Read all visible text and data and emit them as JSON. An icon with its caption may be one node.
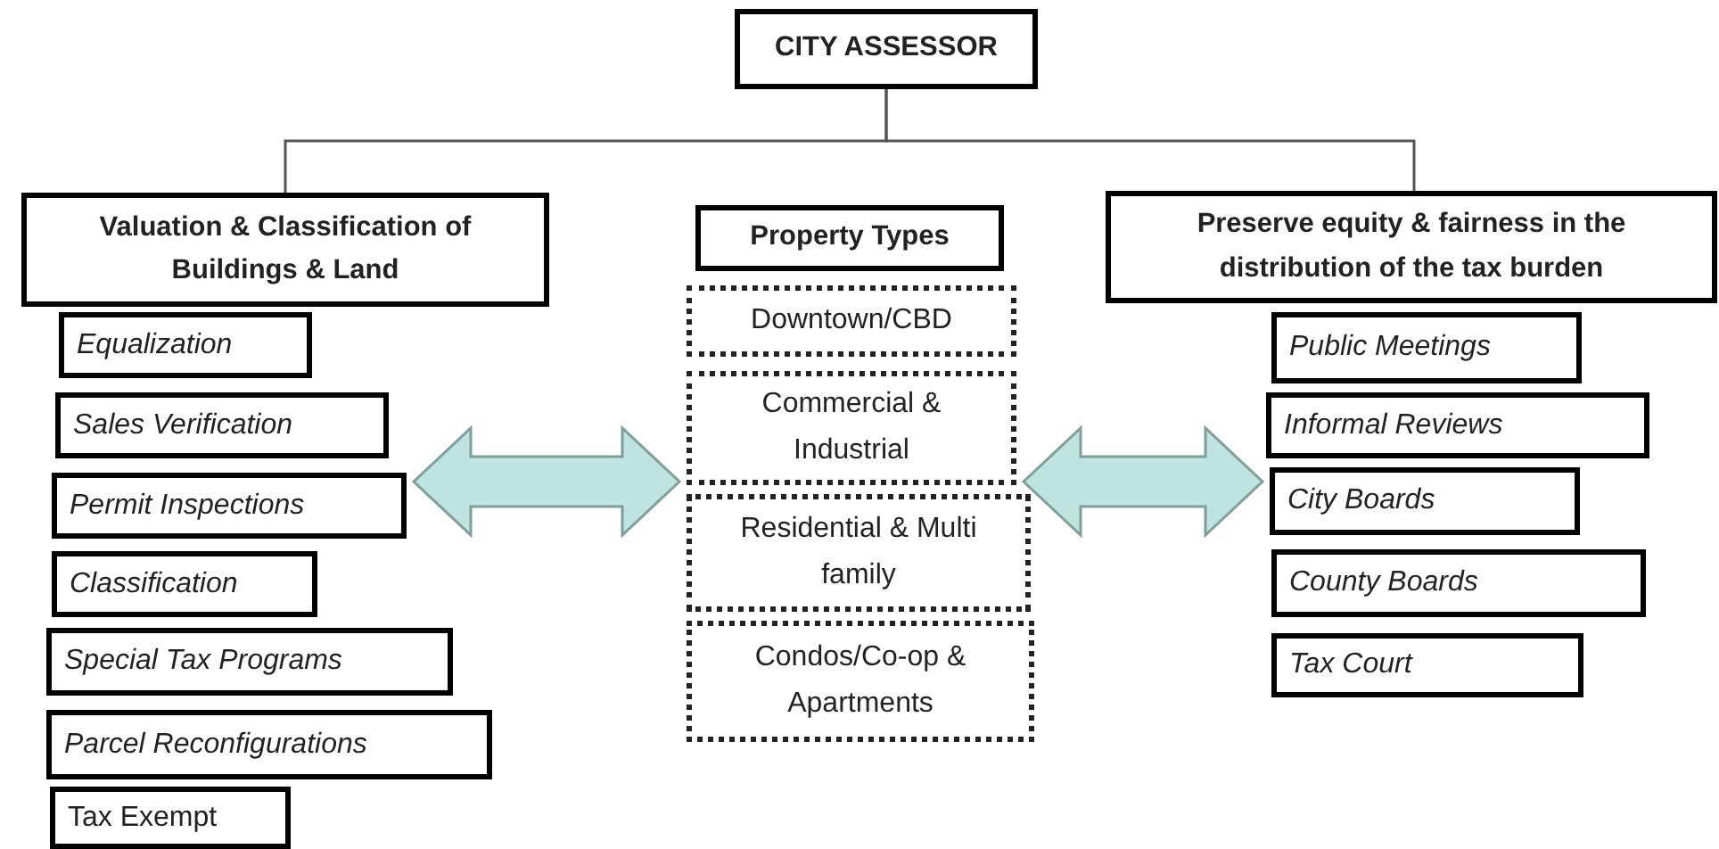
{
  "diagram": {
    "nodes": [
      {
        "text": [
          "CITY ASSESSOR"
        ]
      },
      {
        "text": [
          "Valuation & Classification of Buildings & Land"
        ]
      },
      {
        "text": [
          "Equalization"
        ]
      },
      {
        "text": [
          "Sales Verification"
        ]
      },
      {
        "text": [
          "Permit Inspections"
        ]
      },
      {
        "text": [
          "Classification"
        ]
      },
      {
        "text": [
          "Special Tax Programs"
        ]
      },
      {
        "text": [
          "Parcel Reconfigurations"
        ]
      },
      {
        "text": [
          "Tax Exempt"
        ]
      },
      {
        "text": [
          "Property Types"
        ]
      },
      {
        "text": [
          "Downtown/CBD"
        ]
      },
      {
        "text": [
          "Commercial & Industrial"
        ]
      },
      {
        "text": [
          "Residential & Multi family"
        ]
      },
      {
        "text": [
          "Condos/Co-op & Apartments"
        ]
      },
      {
        "text": [
          "Preserve equity & fairness in the distribution of the tax burden"
        ]
      },
      {
        "text": [
          "Public Meetings"
        ]
      },
      {
        "text": [
          "Informal Reviews"
        ]
      },
      {
        "text": [
          "City Boards"
        ]
      },
      {
        "text": [
          "County Boards"
        ]
      },
      {
        "text": [
          "Tax Court"
        ]
      }
    ],
    "edges": [
      {
        "from": 0,
        "to": 1,
        "arrow": "none"
      },
      {
        "from": 0,
        "to": 14,
        "arrow": "none"
      },
      {
        "from": 4,
        "to": 11,
        "arrow": "both",
        "style": "thick",
        "color": "#bfe3df"
      },
      {
        "from": 11,
        "to": 17,
        "arrow": "both",
        "style": "thick",
        "color": "#bfe3df"
      }
    ]
  }
}
